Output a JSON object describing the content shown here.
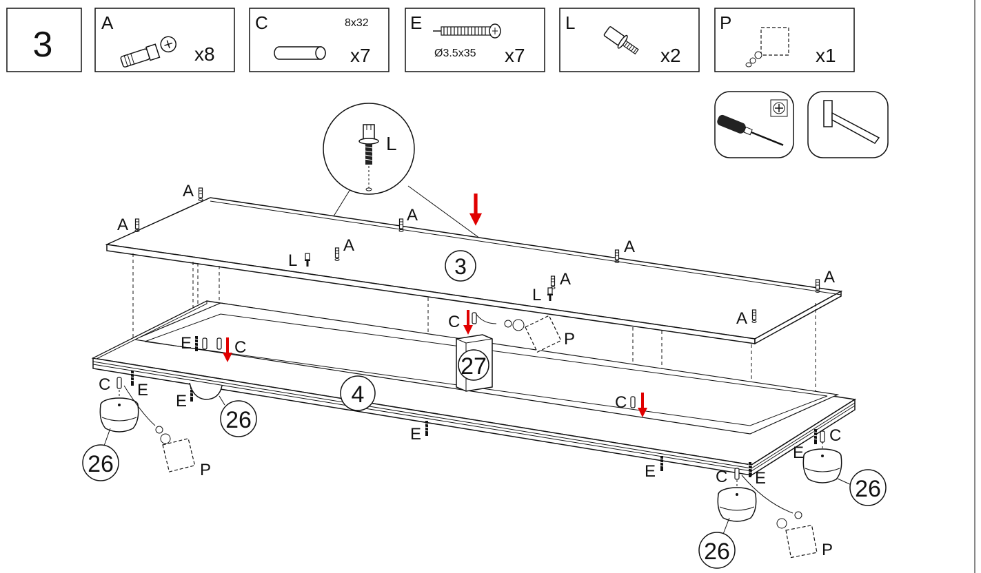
{
  "step": {
    "number": "3"
  },
  "parts": [
    {
      "letter": "A",
      "qty": "x8",
      "size": "",
      "icon": "cam-bolt-icon"
    },
    {
      "letter": "C",
      "qty": "x7",
      "size": "8x32",
      "icon": "wooden-dowel-icon"
    },
    {
      "letter": "E",
      "qty": "x7",
      "size": "Ø3.5x35",
      "icon": "wood-screw-icon"
    },
    {
      "letter": "L",
      "qty": "x2",
      "size": "",
      "icon": "shelf-pin-icon"
    },
    {
      "letter": "P",
      "qty": "x1",
      "size": "",
      "icon": "glue-pad-icon"
    }
  ],
  "tools": [
    {
      "name": "phillips-screwdriver-icon"
    },
    {
      "name": "hammer-icon"
    }
  ],
  "callouts": {
    "detail_L": "L",
    "panel_top": "3",
    "panel_base": "4",
    "block": "27",
    "foot": "26"
  },
  "labels": {
    "A": "A",
    "C": "C",
    "E": "E",
    "L": "L",
    "P": "P"
  },
  "colors": {
    "arrow": "#e00000",
    "line": "#111111"
  }
}
